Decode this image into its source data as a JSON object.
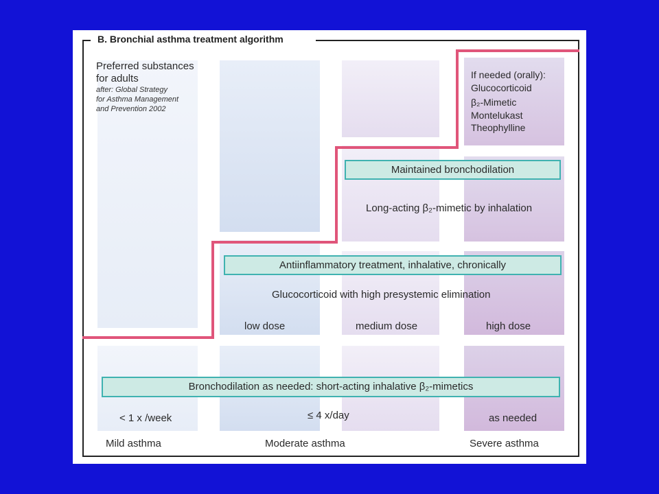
{
  "title": "B. Bronchial asthma treatment algorithm",
  "preferred": {
    "line1": "Preferred substances",
    "line2": "for adults",
    "source1": "after: Global Strategy",
    "source2": "for Asthma Management",
    "source3": "and Prevention 2002"
  },
  "oral": {
    "heading": "If needed (orally):",
    "items": [
      "Glucocorticoid",
      "β₂-Mimetic",
      "Montelukast",
      "Theophylline"
    ]
  },
  "maintained": "Maintained bronchodilation",
  "long_acting": "Long-acting β₂-mimetic by inhalation",
  "antiinflammatory": "Antiinflammatory treatment, inhalative, chronically",
  "glucocorticoid": "Glucocorticoid with high presystemic elimination",
  "doses": [
    "low dose",
    "medium dose",
    "high dose"
  ],
  "bronchodilation": "Bronchodilation as needed: short-acting inhalative β₂-mimetics",
  "frequencies": [
    "< 1 x /week",
    "≤ 4 x/day",
    "as needed"
  ],
  "severities": [
    "Mild asthma",
    "Moderate asthma",
    "Severe asthma"
  ],
  "colors": {
    "background": "#1212d6",
    "step_line": "#e0557a",
    "teal_border": "#3fb2b0",
    "teal_fill": "#cdeae4"
  }
}
